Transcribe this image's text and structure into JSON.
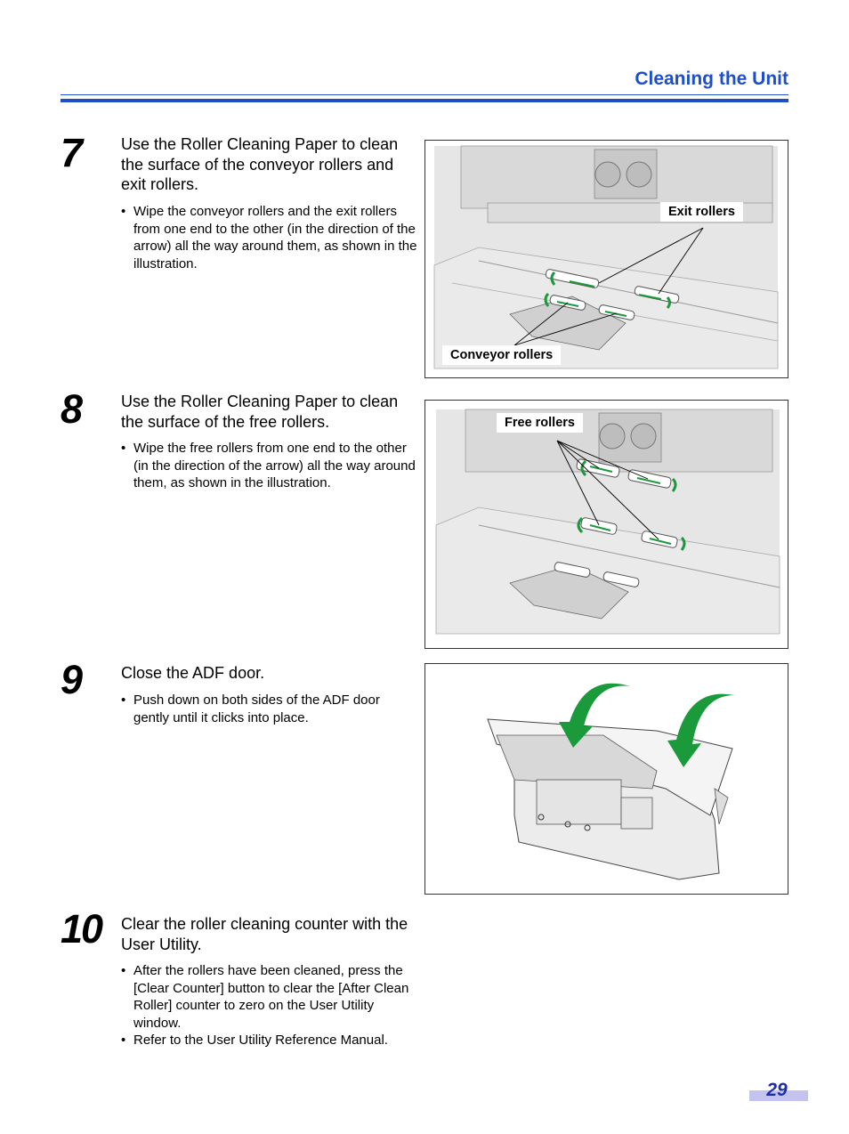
{
  "header": {
    "title": "Cleaning the Unit"
  },
  "steps": [
    {
      "number": "7",
      "text": "Use the Roller Cleaning Paper to clean the surface of the conveyor rollers and exit rollers.",
      "bullets": [
        "Wipe the conveyor rollers and the exit rollers from one end to the other (in the direction of the arrow) all the way around them, as shown in the illustration."
      ],
      "figure_labels": [
        "Exit rollers",
        "Conveyor rollers"
      ]
    },
    {
      "number": "8",
      "text": "Use the Roller Cleaning Paper to clean the surface of the free rollers.",
      "bullets": [
        "Wipe the free rollers from one end to the other (in the direction of the arrow) all the way around them, as shown in the illustration."
      ],
      "figure_labels": [
        "Free rollers"
      ]
    },
    {
      "number": "9",
      "text": "Close the ADF door.",
      "bullets": [
        "Push down on both sides of the ADF door gently until it clicks into place."
      ]
    },
    {
      "number": "10",
      "text": "Clear the roller cleaning counter with the User Utility.",
      "bullets": [
        "After the rollers have been cleaned, press the [Clear Counter] button to clear the [After Clean Roller] counter to zero on the User Utility window.",
        "Refer to the User Utility Reference Manual."
      ]
    }
  ],
  "footer": {
    "page_number": "29"
  },
  "colors": {
    "accent_blue": "#1f4fc8",
    "arrow_green": "#1a9a3a",
    "page_tab": "#c3c3ee"
  }
}
